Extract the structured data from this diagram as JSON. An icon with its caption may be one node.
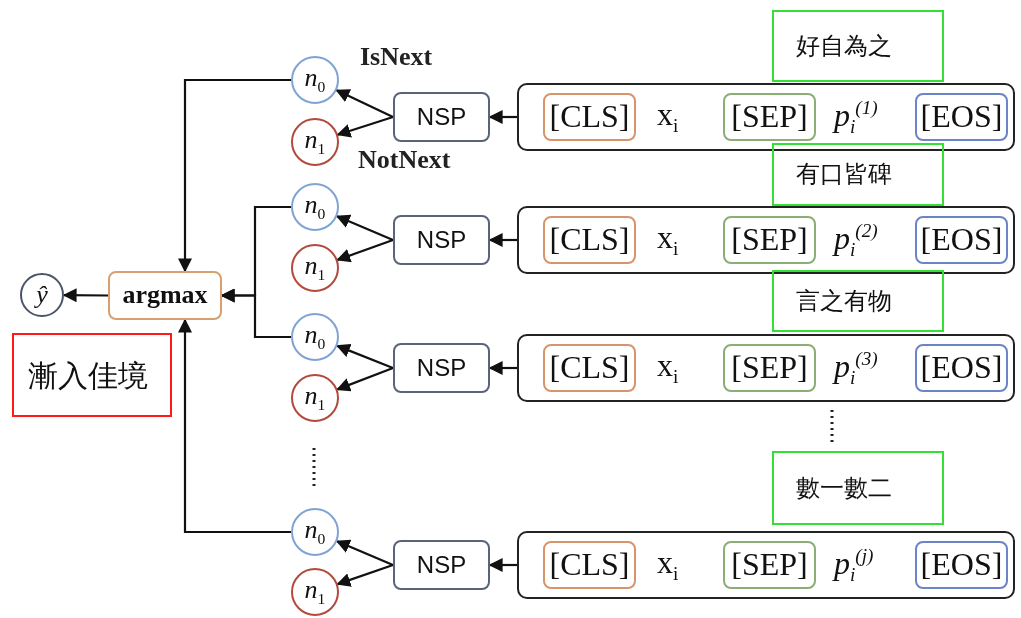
{
  "diagram": {
    "nodes": [
      {
        "text": [
          "ŷ"
        ]
      },
      {
        "text": [
          "argmax"
        ]
      },
      {
        "text": [
          "漸入佳境"
        ]
      },
      {
        "text": [
          "*n*$_{0}$"
        ]
      },
      {
        "text": [
          "*n*$_{1}$"
        ]
      },
      {
        "text": [
          "NSP"
        ]
      },
      {
        "text": [
          "x$_{i}$",
          "p$_{i}$$^{(1)}$"
        ]
      },
      {
        "text": [
          "[CLS]"
        ],
        "in": 6
      },
      {
        "text": [
          "[SEP]"
        ],
        "in": 6
      },
      {
        "text": [
          "[EOS]"
        ],
        "in": 6
      },
      {
        "text": [
          "好自為之"
        ]
      },
      {
        "text": [
          "*n*$_{0}$"
        ]
      },
      {
        "text": [
          "*n*$_{1}$"
        ]
      },
      {
        "text": [
          "NSP"
        ]
      },
      {
        "text": [
          "x$_{i}$",
          "p$_{i}$$^{(2)}$"
        ]
      },
      {
        "text": [
          "[CLS]"
        ],
        "in": 14
      },
      {
        "text": [
          "[SEP]"
        ],
        "in": 14
      },
      {
        "text": [
          "[EOS]"
        ],
        "in": 14
      },
      {
        "text": [
          "有口皆碑"
        ]
      },
      {
        "text": [
          "*n*$_{0}$"
        ]
      },
      {
        "text": [
          "*n*$_{1}$"
        ]
      },
      {
        "text": [
          "NSP"
        ]
      },
      {
        "text": [
          "x$_{i}$",
          "p$_{i}$$^{(3)}$"
        ]
      },
      {
        "text": [
          "[CLS]"
        ],
        "in": 22
      },
      {
        "text": [
          "[SEP]"
        ],
        "in": 22
      },
      {
        "text": [
          "[EOS]"
        ],
        "in": 22
      },
      {
        "text": [
          "言之有物"
        ]
      },
      {
        "text": [
          "*n*$_{0}$"
        ]
      },
      {
        "text": [
          "*n*$_{1}$"
        ]
      },
      {
        "text": [
          "NSP"
        ]
      },
      {
        "text": [
          "x$_{i}$",
          "p$_{i}$$^{(j)}$"
        ]
      },
      {
        "text": [
          "[CLS]"
        ],
        "in": 30
      },
      {
        "text": [
          "[SEP]"
        ],
        "in": 30
      },
      {
        "text": [
          "[EOS]"
        ],
        "in": 30
      },
      {
        "text": [
          "數一數二"
        ]
      }
    ],
    "edges": [
      {
        "from": 6,
        "to": 5,
        "arrow": "to"
      },
      {
        "from": 5,
        "to": 3,
        "arrow": "to",
        "label": "IsNext"
      },
      {
        "from": 5,
        "to": 4,
        "arrow": "to",
        "label": "NotNext"
      },
      {
        "from": 3,
        "to": 1,
        "arrow": "to"
      },
      {
        "from": 14,
        "to": 13,
        "arrow": "to"
      },
      {
        "from": 13,
        "to": 11,
        "arrow": "to"
      },
      {
        "from": 13,
        "to": 12,
        "arrow": "to"
      },
      {
        "from": 11,
        "to": 1,
        "arrow": "to"
      },
      {
        "from": 22,
        "to": 21,
        "arrow": "to"
      },
      {
        "from": 21,
        "to": 19,
        "arrow": "to"
      },
      {
        "from": 21,
        "to": 20,
        "arrow": "to"
      },
      {
        "from": 19,
        "to": 1,
        "arrow": "to"
      },
      {
        "from": 30,
        "to": 29,
        "arrow": "to"
      },
      {
        "from": 29,
        "to": 27,
        "arrow": "to"
      },
      {
        "from": 29,
        "to": 28,
        "arrow": "to"
      },
      {
        "from": 27,
        "to": 1,
        "arrow": "to"
      },
      {
        "from": 1,
        "to": 0,
        "arrow": "to"
      }
    ]
  }
}
